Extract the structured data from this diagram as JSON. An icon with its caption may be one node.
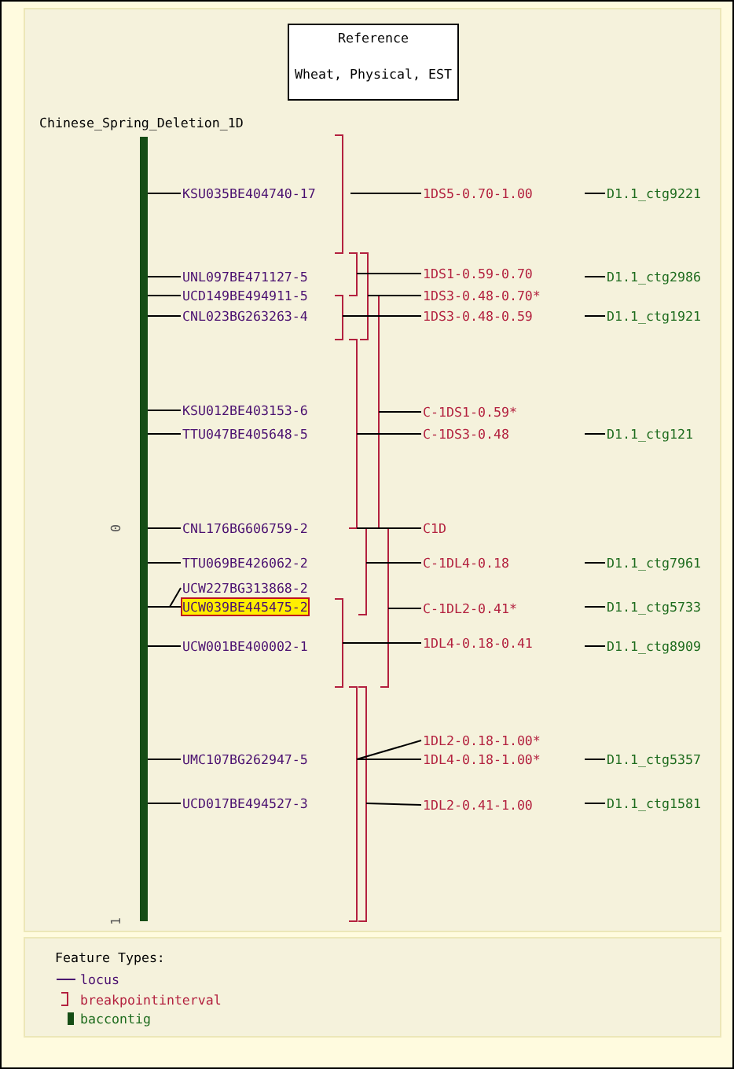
{
  "diagram": {
    "nodes": [
      {
        "text": [
          "Reference",
          "Wheat, Physical, EST"
        ]
      },
      {
        "text": [
          "Chinese_Spring_Deletion_1D"
        ]
      },
      {
        "text": [
          "KSU035BE404740-17"
        ]
      },
      {
        "text": [
          "UNL097BE471127-5"
        ]
      },
      {
        "text": [
          "UCD149BE494911-5"
        ]
      },
      {
        "text": [
          "CNL023BG263263-4"
        ]
      },
      {
        "text": [
          "KSU012BE403153-6"
        ]
      },
      {
        "text": [
          "TTU047BE405648-5"
        ]
      },
      {
        "text": [
          "CNL176BG606759-2"
        ]
      },
      {
        "text": [
          "TTU069BE426062-2"
        ]
      },
      {
        "text": [
          "UCW227BG313868-2"
        ]
      },
      {
        "text": [
          "UCW039BE445475-2"
        ]
      },
      {
        "text": [
          "UCW001BE400002-1"
        ]
      },
      {
        "text": [
          "UMC107BG262947-5"
        ]
      },
      {
        "text": [
          "UCD017BE494527-3"
        ]
      },
      {
        "text": [
          "1DS5-0.70-1.00"
        ]
      },
      {
        "text": [
          "1DS1-0.59-0.70"
        ]
      },
      {
        "text": [
          "1DS3-0.48-0.70*"
        ]
      },
      {
        "text": [
          "1DS3-0.48-0.59"
        ]
      },
      {
        "text": [
          "C-1DS1-0.59*"
        ]
      },
      {
        "text": [
          "C-1DS3-0.48"
        ]
      },
      {
        "text": [
          "C1D"
        ]
      },
      {
        "text": [
          "C-1DL4-0.18"
        ]
      },
      {
        "text": [
          "C-1DL2-0.41*"
        ]
      },
      {
        "text": [
          "1DL4-0.18-0.41"
        ]
      },
      {
        "text": [
          "1DL2-0.18-1.00*"
        ]
      },
      {
        "text": [
          "1DL4-0.18-1.00*"
        ]
      },
      {
        "text": [
          "1DL2-0.41-1.00"
        ]
      },
      {
        "text": [
          "D1.1_ctg9221"
        ]
      },
      {
        "text": [
          "D1.1_ctg2986"
        ]
      },
      {
        "text": [
          "D1.1_ctg1921"
        ]
      },
      {
        "text": [
          "D1.1_ctg121"
        ]
      },
      {
        "text": [
          "D1.1_ctg7961"
        ]
      },
      {
        "text": [
          "D1.1_ctg5733"
        ]
      },
      {
        "text": [
          "D1.1_ctg8909"
        ]
      },
      {
        "text": [
          "D1.1_ctg5357"
        ]
      },
      {
        "text": [
          "D1.1_ctg1581"
        ]
      }
    ],
    "edges": [
      {
        "from": 2,
        "to": 1,
        "arrow": "none"
      },
      {
        "from": 3,
        "to": 1,
        "arrow": "none"
      },
      {
        "from": 4,
        "to": 1,
        "arrow": "none"
      },
      {
        "from": 5,
        "to": 1,
        "arrow": "none"
      },
      {
        "from": 6,
        "to": 1,
        "arrow": "none"
      },
      {
        "from": 7,
        "to": 1,
        "arrow": "none"
      },
      {
        "from": 8,
        "to": 1,
        "arrow": "none"
      },
      {
        "from": 9,
        "to": 1,
        "arrow": "none"
      },
      {
        "from": 10,
        "to": 1,
        "arrow": "none"
      },
      {
        "from": 11,
        "to": 1,
        "arrow": "none"
      },
      {
        "from": 12,
        "to": 1,
        "arrow": "none"
      },
      {
        "from": 13,
        "to": 1,
        "arrow": "none"
      },
      {
        "from": 14,
        "to": 1,
        "arrow": "none"
      },
      {
        "from": 15,
        "to": null,
        "arrow": "none"
      },
      {
        "from": 16,
        "to": null,
        "arrow": "none"
      },
      {
        "from": 17,
        "to": null,
        "arrow": "none"
      },
      {
        "from": 18,
        "to": null,
        "arrow": "none"
      },
      {
        "from": 19,
        "to": null,
        "arrow": "none"
      },
      {
        "from": 20,
        "to": null,
        "arrow": "none"
      },
      {
        "from": 21,
        "to": null,
        "arrow": "none"
      },
      {
        "from": 22,
        "to": null,
        "arrow": "none"
      },
      {
        "from": 23,
        "to": null,
        "arrow": "none"
      },
      {
        "from": 24,
        "to": null,
        "arrow": "none"
      },
      {
        "from": 25,
        "to": null,
        "arrow": "none"
      },
      {
        "from": 26,
        "to": null,
        "arrow": "none"
      },
      {
        "from": 27,
        "to": null,
        "arrow": "none"
      },
      {
        "from": 28,
        "to": null,
        "arrow": "none"
      },
      {
        "from": 29,
        "to": null,
        "arrow": "none"
      },
      {
        "from": 30,
        "to": null,
        "arrow": "none"
      },
      {
        "from": 31,
        "to": null,
        "arrow": "none"
      },
      {
        "from": 32,
        "to": null,
        "arrow": "none"
      },
      {
        "from": 33,
        "to": null,
        "arrow": "none"
      },
      {
        "from": 34,
        "to": null,
        "arrow": "none"
      },
      {
        "from": 35,
        "to": null,
        "arrow": "none"
      },
      {
        "from": 36,
        "to": null,
        "arrow": "none"
      }
    ],
    "labels": [
      "0",
      "1",
      "Feature Types:"
    ],
    "legend": [
      {
        "text": "locus"
      },
      {
        "text": "breakpointinterval"
      },
      {
        "text": "baccontig"
      }
    ]
  }
}
